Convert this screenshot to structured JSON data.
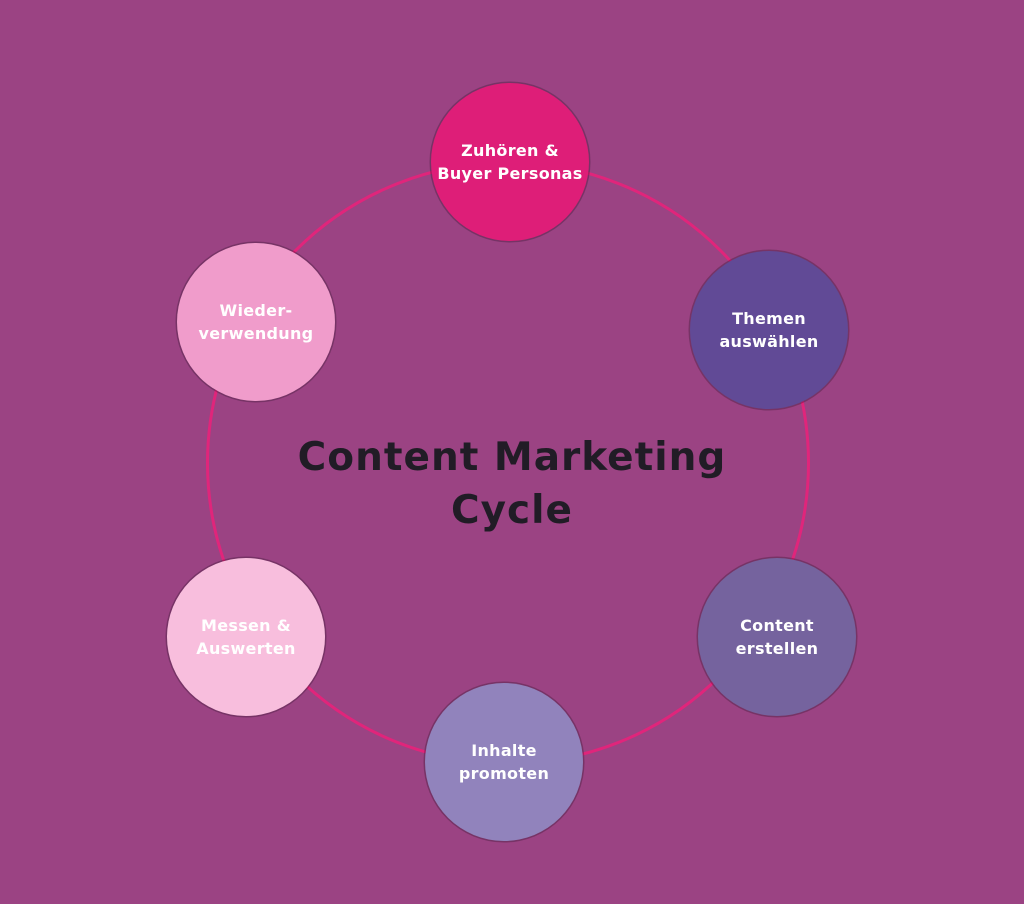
{
  "title": {
    "lines": [
      "Content Marketing",
      "Cycle"
    ],
    "color": "#211C26"
  },
  "background_color": "#9B4383",
  "ring_color": "#E0257B",
  "nodes": [
    {
      "id": "zuhoeren-buyer-personas",
      "lines": [
        "Zuhören &",
        "Buyer Personas"
      ],
      "color": "#DE1E78",
      "text_color": "#FFFFFF"
    },
    {
      "id": "themen-auswaehlen",
      "lines": [
        "Themen",
        "auswählen"
      ],
      "color": "#614A96",
      "text_color": "#FFFFFF"
    },
    {
      "id": "content-erstellen",
      "lines": [
        "Content",
        "erstellen"
      ],
      "color": "#75639E",
      "text_color": "#FFFFFF"
    },
    {
      "id": "inhalte-promoten",
      "lines": [
        "Inhalte",
        "promoten"
      ],
      "color": "#9183BC",
      "text_color": "#FFFFFF"
    },
    {
      "id": "messen-auswerten",
      "lines": [
        "Messen &",
        "Auswerten"
      ],
      "color": "#F8BEDD",
      "text_color": "#FFFFFF"
    },
    {
      "id": "wieder-verwendung",
      "lines": [
        "Wieder-",
        "verwendung"
      ],
      "color": "#F09CCB",
      "text_color": "#FFFFFF"
    }
  ]
}
